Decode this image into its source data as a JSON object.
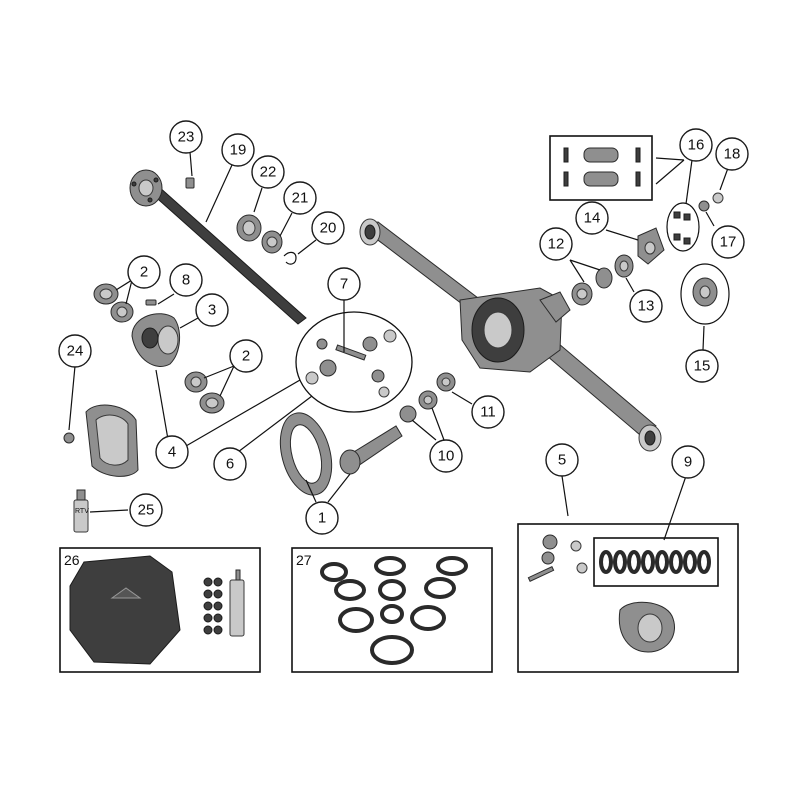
{
  "diagram": {
    "colors": {
      "ink": "#111111",
      "part_mid": "#8f8f8f",
      "part_light": "#c9c9c9",
      "part_dark": "#3e3e3e",
      "background": "#ffffff"
    },
    "callouts": [
      {
        "id": "c1",
        "label": "1"
      },
      {
        "id": "c2a",
        "label": "2"
      },
      {
        "id": "c2b",
        "label": "2"
      },
      {
        "id": "c3",
        "label": "3"
      },
      {
        "id": "c4",
        "label": "4"
      },
      {
        "id": "c5",
        "label": "5"
      },
      {
        "id": "c6",
        "label": "6"
      },
      {
        "id": "c7",
        "label": "7"
      },
      {
        "id": "c8",
        "label": "8"
      },
      {
        "id": "c9",
        "label": "9"
      },
      {
        "id": "c10",
        "label": "10"
      },
      {
        "id": "c11",
        "label": "11"
      },
      {
        "id": "c12",
        "label": "12"
      },
      {
        "id": "c13",
        "label": "13"
      },
      {
        "id": "c14",
        "label": "14"
      },
      {
        "id": "c15",
        "label": "15"
      },
      {
        "id": "c16",
        "label": "16"
      },
      {
        "id": "c17",
        "label": "17"
      },
      {
        "id": "c18",
        "label": "18"
      },
      {
        "id": "c19",
        "label": "19"
      },
      {
        "id": "c20",
        "label": "20"
      },
      {
        "id": "c21",
        "label": "21"
      },
      {
        "id": "c22",
        "label": "22"
      },
      {
        "id": "c23",
        "label": "23"
      },
      {
        "id": "c24",
        "label": "24"
      },
      {
        "id": "c25",
        "label": "25"
      }
    ],
    "boxes": [
      {
        "id": "b26",
        "label": "26"
      },
      {
        "id": "b27",
        "label": "27"
      }
    ],
    "tube_text": "RTV"
  }
}
